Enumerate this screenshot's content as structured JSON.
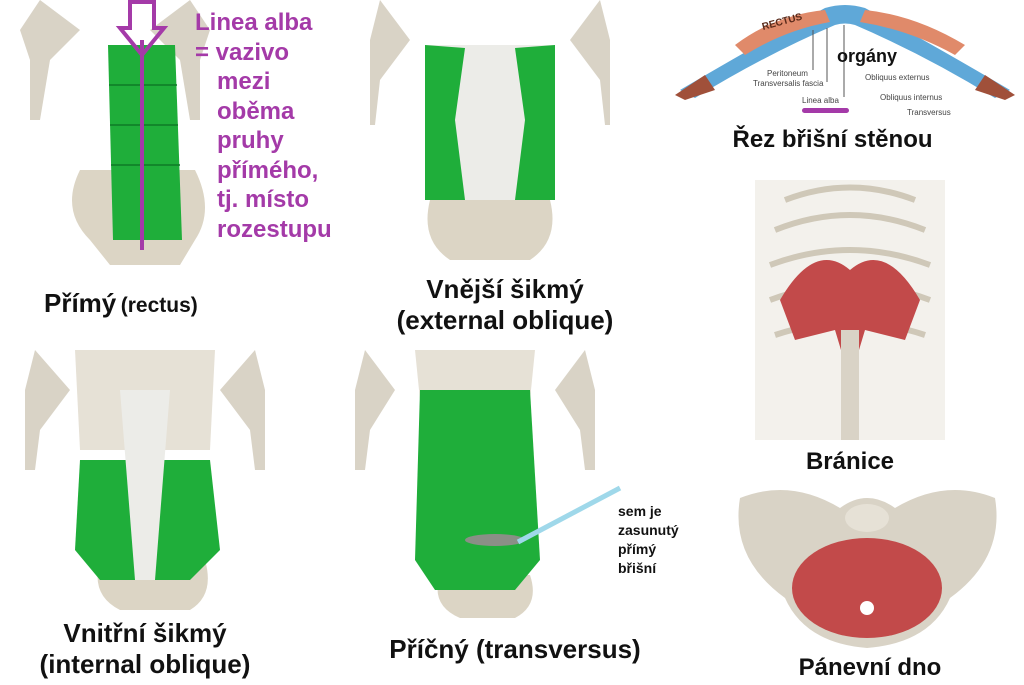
{
  "panels": {
    "rectus": {
      "title": "Přímý",
      "subtitle": "(rectus)"
    },
    "external_oblique": {
      "title": "Vnější šikmý",
      "subtitle": "(external oblique)"
    },
    "internal_oblique": {
      "title": "Vnitřní šikmý",
      "subtitle": "(internal oblique)"
    },
    "transversus": {
      "title": "Příčný (transversus)",
      "note": [
        "sem je",
        "zasunutý",
        "přímý",
        "břišní"
      ]
    },
    "cross_section": {
      "title": "Řez břišní stěnou",
      "labels": {
        "rectus": "RECTUS",
        "organs": "orgány",
        "peritoneum": "Peritoneum",
        "transversalis": "Transversalis fascia",
        "linea_alba": "Linea alba",
        "obl_ext": "Obliquus externus",
        "obl_int": "Obliquus internus",
        "transversus": "Transversus"
      }
    },
    "diaphragm": {
      "title": "Bránice"
    },
    "pelvic_floor": {
      "title": "Pánevní dno"
    }
  },
  "linea_alba_note": [
    "Linea alba",
    "= vazivo",
    "mezi",
    "oběma",
    "pruhy",
    "přímého,",
    "tj. místo",
    "rozestupu"
  ],
  "colors": {
    "muscle_green": "#1fae3a",
    "accent_purple": "#a43aa8",
    "bone": "#d9d3c6",
    "red_muscle": "#c24a4a",
    "pointer_blue": "#9fd8ea"
  }
}
